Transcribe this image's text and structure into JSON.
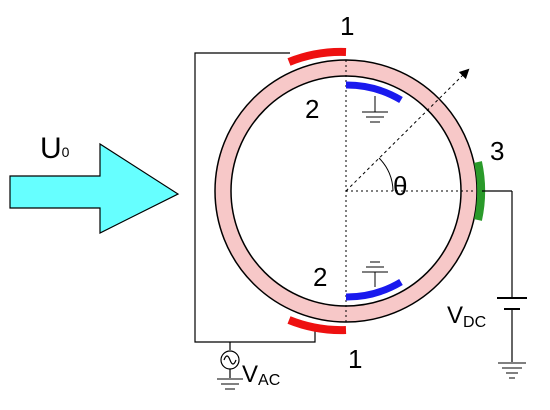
{
  "flow": {
    "label_main": "U",
    "label_sub": "0",
    "arrow_color": "#66ffff"
  },
  "ring": {
    "fill_color": "#f7c8c8",
    "stroke_color": "#000000"
  },
  "electrodes": {
    "pair_1_label_top": "1",
    "pair_1_label_bottom": "1",
    "pair_1_color": "#ee1111",
    "pair_2_label_top": "2",
    "pair_2_label_bottom": "2",
    "pair_2_color": "#1a1aee",
    "electrode_3_label": "3",
    "electrode_3_color": "#2a9a2a"
  },
  "angle": {
    "symbol": "θ"
  },
  "sources": {
    "ac_main": "V",
    "ac_sub": "AC",
    "dc_main": "V",
    "dc_sub": "DC"
  }
}
